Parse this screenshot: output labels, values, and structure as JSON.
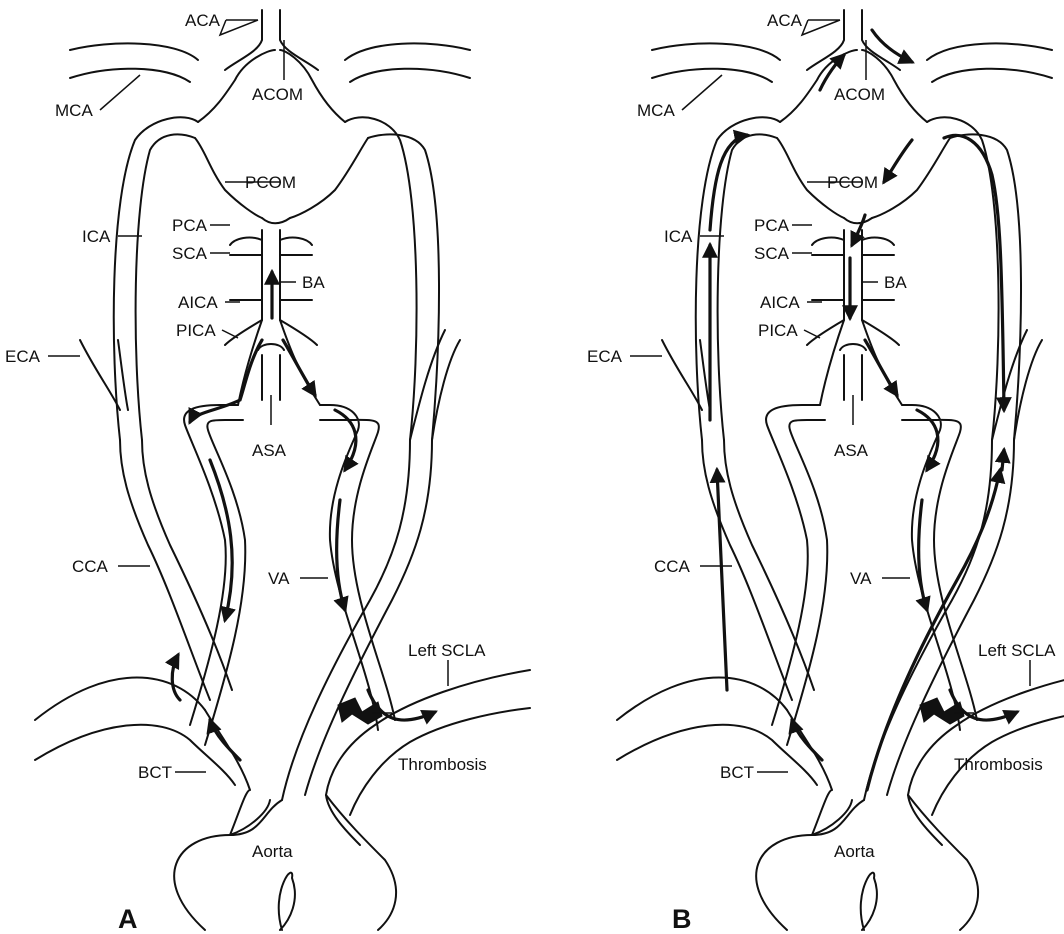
{
  "panels": [
    {
      "letter": "A",
      "labels": {
        "aca": "ACA",
        "acom": "ACOM",
        "mca": "MCA",
        "pcom": "PCOM",
        "ica": "ICA",
        "pca": "PCA",
        "sca": "SCA",
        "ba": "BA",
        "aica": "AICA",
        "pica": "PICA",
        "eca": "ECA",
        "asa": "ASA",
        "cca": "CCA",
        "va": "VA",
        "left_scla": "Left SCLA",
        "bct": "BCT",
        "thrombosis": "Thrombosis",
        "aorta": "Aorta"
      }
    },
    {
      "letter": "B",
      "labels": {
        "aca": "ACA",
        "acom": "ACOM",
        "mca": "MCA",
        "pcom": "PCOM",
        "ica": "ICA",
        "pca": "PCA",
        "sca": "SCA",
        "ba": "BA",
        "aica": "AICA",
        "pica": "PICA",
        "eca": "ECA",
        "asa": "ASA",
        "cca": "CCA",
        "va": "VA",
        "left_scla": "Left SCLA",
        "bct": "BCT",
        "thrombosis": "Thrombosis",
        "aorta": "Aorta"
      }
    }
  ],
  "colors": {
    "line": "#111111",
    "background": "#ffffff"
  }
}
